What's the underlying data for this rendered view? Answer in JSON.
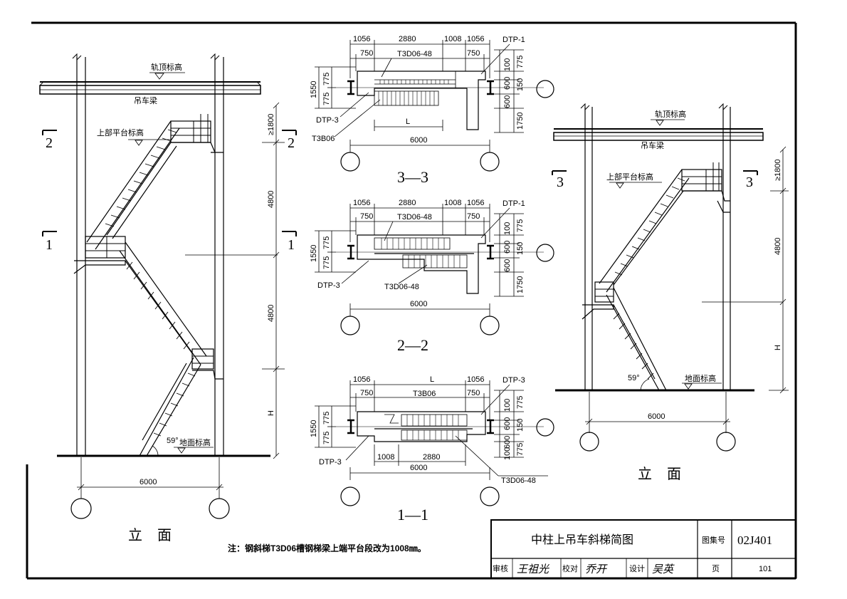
{
  "left_elevation": {
    "rail_top_label": "轨顶标高",
    "crane_beam_label": "吊车梁",
    "upper_platform_label": "上部平台标高",
    "ground_label": "地面标高",
    "angle_label": "59°",
    "dim_top": "≥1800",
    "dim_upper_flight": "4800",
    "dim_lower_flight": "4800",
    "dim_bottom": "H",
    "span": "6000",
    "cut_2": "2",
    "cut_1": "1",
    "caption": "立 面"
  },
  "right_elevation": {
    "rail_top_label": "轨顶标高",
    "crane_beam_label": "吊车梁",
    "upper_platform_label": "上部平台标高",
    "ground_label": "地面标高",
    "angle_label": "59°",
    "dim_top": "≥1800",
    "dim_flight": "4800",
    "dim_bottom": "H",
    "span": "6000",
    "cut_3": "3",
    "caption": "立 面"
  },
  "section_3_3": {
    "title": "3—3",
    "top_dims": [
      "1056",
      "2880",
      "1008",
      "1056"
    ],
    "sub_dims": [
      "750",
      "750"
    ],
    "stair_label": "T3D06-48",
    "platform_label": "DTP-1",
    "left_label_a": "DTP-3",
    "left_label_b": "T3B06",
    "left_dims": [
      "1550",
      "775",
      "775"
    ],
    "right_dims": [
      "775",
      "100",
      "600",
      "150",
      "600",
      "1750"
    ],
    "inner_dim": "L",
    "span": "6000"
  },
  "section_2_2": {
    "title": "2—2",
    "top_dims": [
      "1056",
      "2880",
      "1008",
      "1056"
    ],
    "sub_dims": [
      "750",
      "750"
    ],
    "stair_label_top": "T3D06-48",
    "stair_label_bottom": "T3D06-48",
    "platform_label": "DTP-1",
    "left_label": "DTP-3",
    "left_dims": [
      "1550",
      "775",
      "775"
    ],
    "right_dims": [
      "775",
      "100",
      "600",
      "150",
      "600",
      "1750"
    ],
    "span": "6000"
  },
  "section_1_1": {
    "title": "1—1",
    "top_dims": [
      "1056",
      "L",
      "1056"
    ],
    "sub_dims": [
      "750",
      "750"
    ],
    "stair_label_top": "T3B06",
    "stair_label_bottom": "T3D06-48",
    "platform_label": "DTP-3",
    "left_label": "DTP-3",
    "left_dims": [
      "1550",
      "775",
      "775"
    ],
    "right_dims": [
      "775",
      "100",
      "600",
      "150",
      "600",
      "100",
      "775"
    ],
    "bottom_dims": [
      "1008",
      "2880"
    ],
    "span": "6000"
  },
  "note": "注：钢斜梯T3D06槽钢梯梁上端平台段改为1008㎜。",
  "title_block": {
    "title": "中柱上吊车斜梯简图",
    "atlas_label": "图集号",
    "atlas_code": "02J401",
    "review_label": "审核",
    "review_sign": "王祖光",
    "check_label": "校对",
    "check_sign": "乔开",
    "design_label": "设计",
    "design_sign": "吴英",
    "page_label": "页",
    "page_no": "101"
  }
}
